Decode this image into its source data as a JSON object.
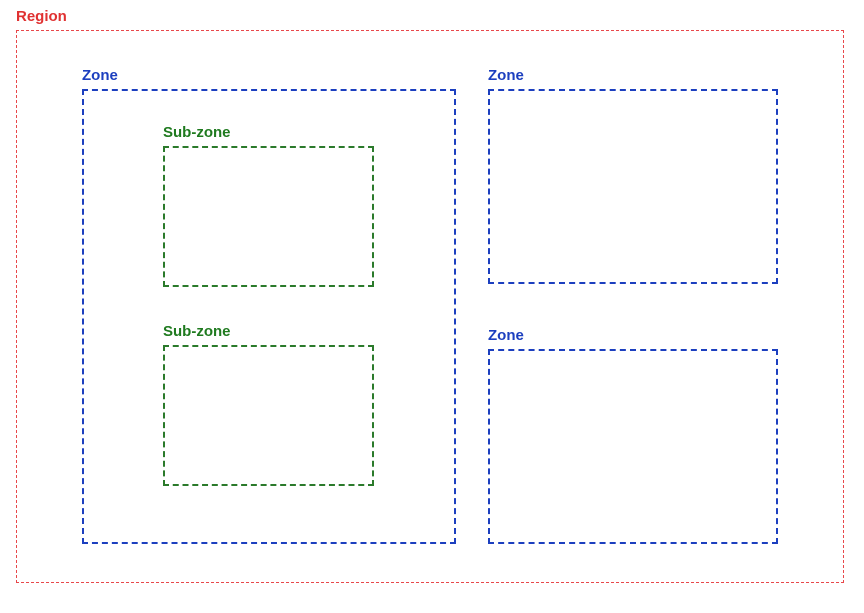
{
  "region": {
    "label": "Region",
    "color": "#e03131"
  },
  "zones": [
    {
      "label": "Zone",
      "color": "#1c3fbf"
    },
    {
      "label": "Zone",
      "color": "#1c3fbf"
    },
    {
      "label": "Zone",
      "color": "#1c3fbf"
    }
  ],
  "subzones": [
    {
      "label": "Sub-zone",
      "color": "#1f7a1f"
    },
    {
      "label": "Sub-zone",
      "color": "#1f7a1f"
    }
  ]
}
